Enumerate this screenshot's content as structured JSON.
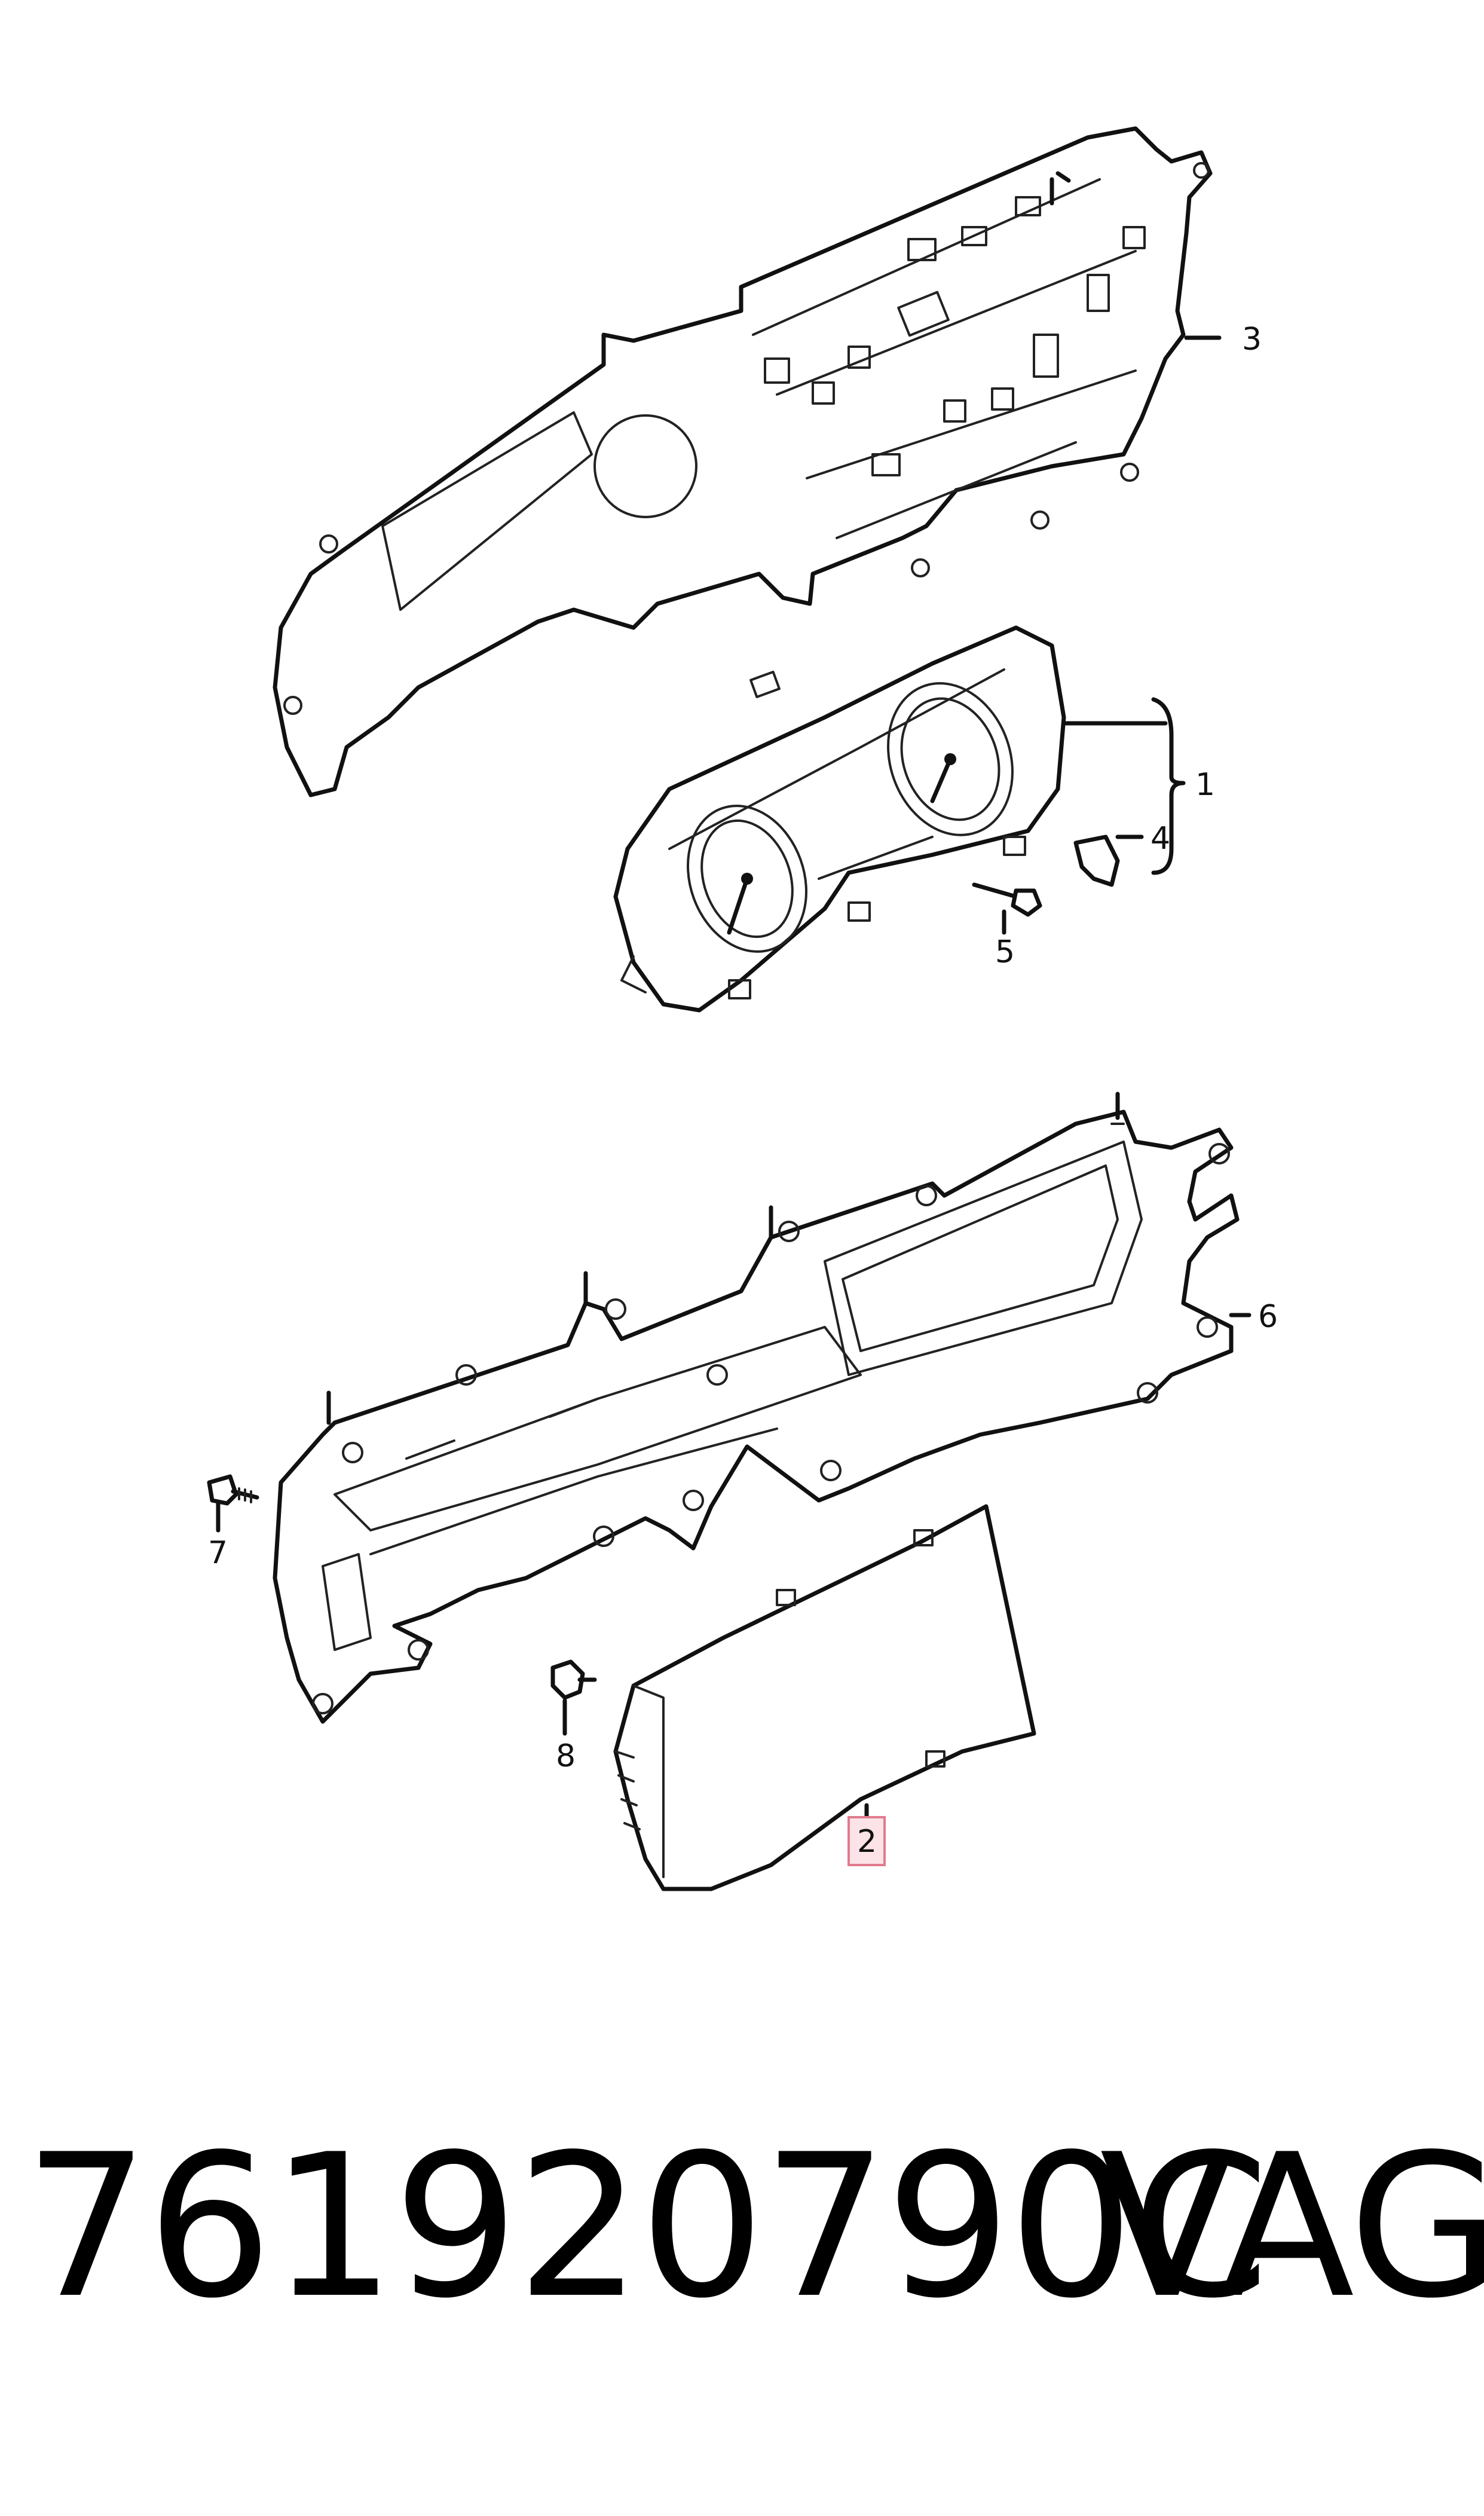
{
  "callouts": {
    "c1": "1",
    "c2": "2",
    "c3": "3",
    "c4": "4",
    "c5": "5",
    "c6": "6",
    "c7": "7",
    "c8": "8"
  },
  "highlighted_callout": "2",
  "colors": {
    "line": "#111111",
    "highlight_fill": "#fbe3e7",
    "highlight_stroke": "#e07b8e"
  },
  "footer": {
    "part_number": "761920790C",
    "brand": "VAG"
  }
}
